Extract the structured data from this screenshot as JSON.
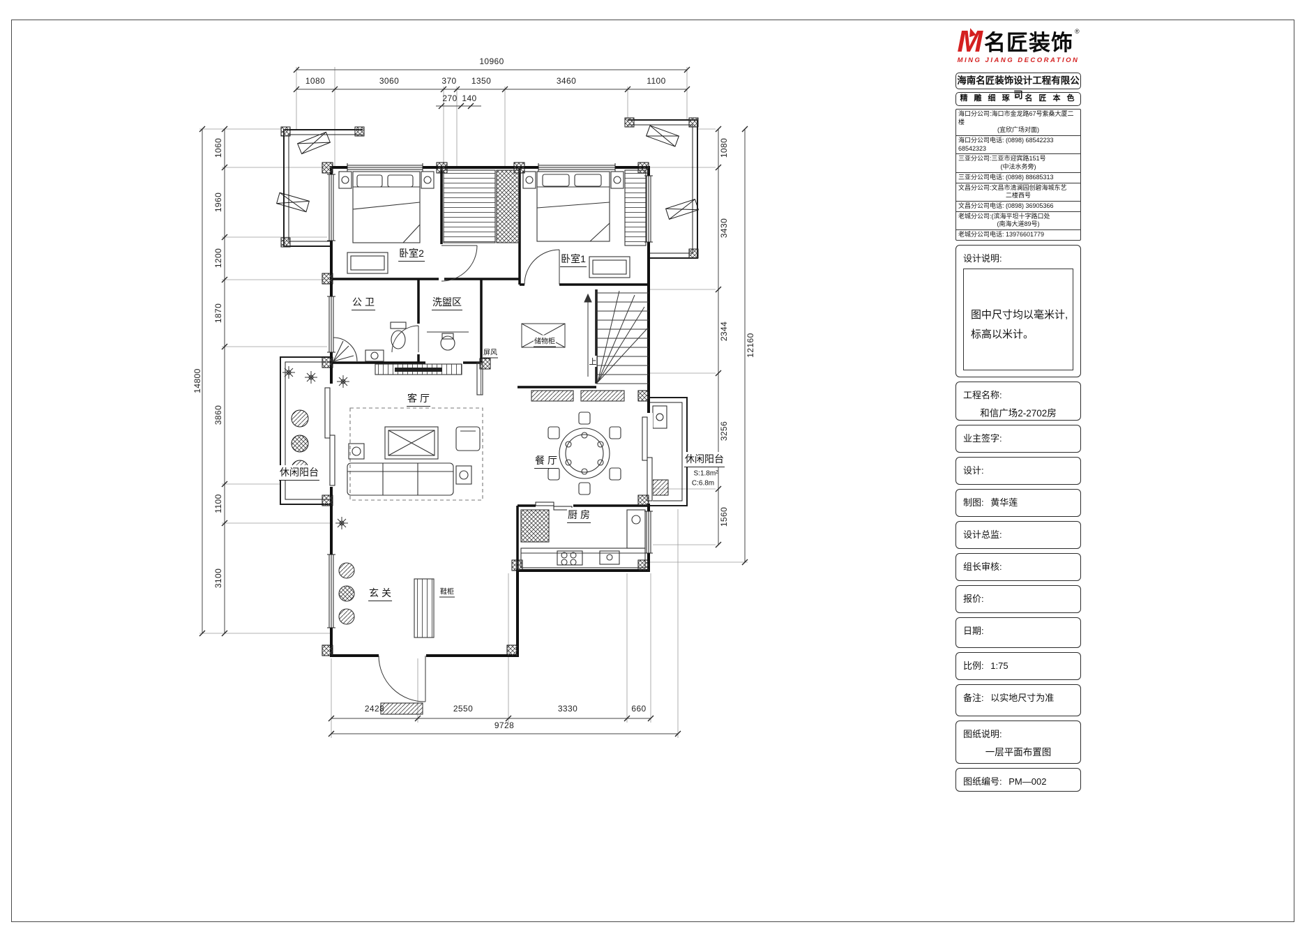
{
  "plan": {
    "rooms": {
      "bedroom2": "卧室2",
      "bedroom1": "卧室1",
      "bathroom": "公 卫",
      "wash_area": "洗盥区",
      "screen": "屏风",
      "storage": "储物柜",
      "living": "客 厅",
      "dining": "餐 厅",
      "balcony_left": "休闲阳台",
      "balcony_right": "休闲阳台",
      "balcony_right_s": "S:1.8m²",
      "balcony_right_c": "C:6.8m",
      "kitchen": "厨 房",
      "entry": "玄 关",
      "shoe_cabinet": "鞋柜",
      "stairs_up": "上"
    },
    "dims": {
      "top_total": "10960",
      "top": [
        "1080",
        "3060",
        "370",
        "1350",
        "3460",
        "1100"
      ],
      "top2": [
        "270",
        "140"
      ],
      "left_total": "14800",
      "left": [
        "1060",
        "1960",
        "1200",
        "1870",
        "3860",
        "1100",
        "3100"
      ],
      "right": [
        "1080",
        "3430",
        "2344",
        "3256",
        "1560"
      ],
      "right_total": "12160",
      "bottom": [
        "2428",
        "2550",
        "3330",
        "660"
      ],
      "bottom_total": "9728"
    }
  },
  "title_block": {
    "logo": {
      "m": "M",
      "name": "名匠装饰",
      "reg": "®",
      "sub": "MING JIANG DECORATION"
    },
    "company": "海南名匠装饰设计工程有限公司",
    "slogan": "精 雕 细 琢 · 名 匠 本 色",
    "contacts": [
      {
        "l1": "海口分公司:海口市金龙路67号紫桑大厦二楼",
        "l2": "(宜欣广场对面)"
      },
      {
        "l1": "海口分公司电话: (0898) 68542233  68542323",
        "l2": ""
      },
      {
        "l1": "三亚分公司:三亚市迎宾路151号",
        "l2": "(中法水务旁)"
      },
      {
        "l1": "三亚分公司电话: (0898) 88685313",
        "l2": ""
      },
      {
        "l1": "文昌分公司:文昌市清澜园创碧海城东艺",
        "l2": "二楼西号"
      },
      {
        "l1": "文昌分公司电话: (0898) 36905366",
        "l2": ""
      },
      {
        "l1": "老城分公司:(滨海平坦十字路口处",
        "l2": "(南海大道89号)"
      },
      {
        "l1": "老城分公司电话: 13976601779",
        "l2": ""
      }
    ],
    "design_note_label": "设计说明:",
    "design_note": "图中尺寸均以毫米计,\n标高以米计。",
    "fields": {
      "project_label": "工程名称:",
      "project_value": "和信广场2-2702房",
      "owner": "业主签字:",
      "design": "设计:",
      "draft_label": "制图:",
      "draft_value": "黄华莲",
      "director": "设计总监:",
      "review": "组长审核:",
      "quote": "报价:",
      "date": "日期:",
      "scale_label": "比例:",
      "scale_value": "1:75",
      "note_label": "备注:",
      "note_value": "以实地尺寸为准",
      "sheet_label": "图纸说明:",
      "sheet_value": "一层平面布置图",
      "no_label": "图纸编号:",
      "no_value": "PM—002"
    }
  },
  "colors": {
    "accent_red": "#d42020",
    "line": "#1c1c1c"
  }
}
